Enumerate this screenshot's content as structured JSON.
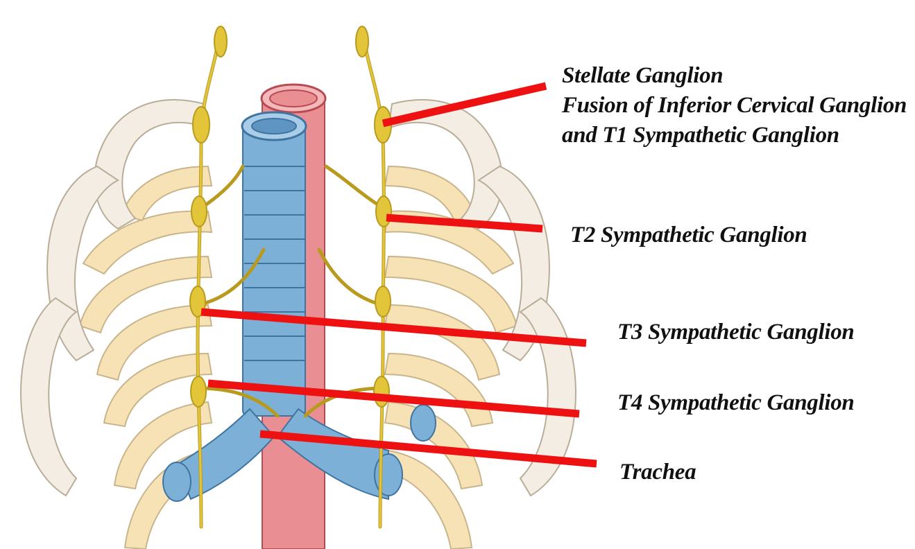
{
  "labels": {
    "stellate_line1": "Stellate Ganglion",
    "stellate_line2": "Fusion of Inferior Cervical Ganglion",
    "stellate_line3": "and T1 Sympathetic Ganglion",
    "t2": "T2 Sympathetic Ganglion",
    "t3": "T3 Sympathetic Ganglion",
    "t4": "T4 Sympathetic Ganglion",
    "trachea": "Trachea"
  },
  "colors": {
    "leader_line": "#ee1111",
    "nerve": "#e3c53a",
    "nerve_outline": "#b89a1f",
    "rib": "#f7e2b5",
    "rib_outline": "#c9b58c",
    "clavicle": "#f3ede3",
    "trachea": "#7cb0d6",
    "trachea_outline": "#3f74a0",
    "aorta": "#e98e92",
    "aorta_outline": "#b84a52",
    "text": "#111111"
  }
}
